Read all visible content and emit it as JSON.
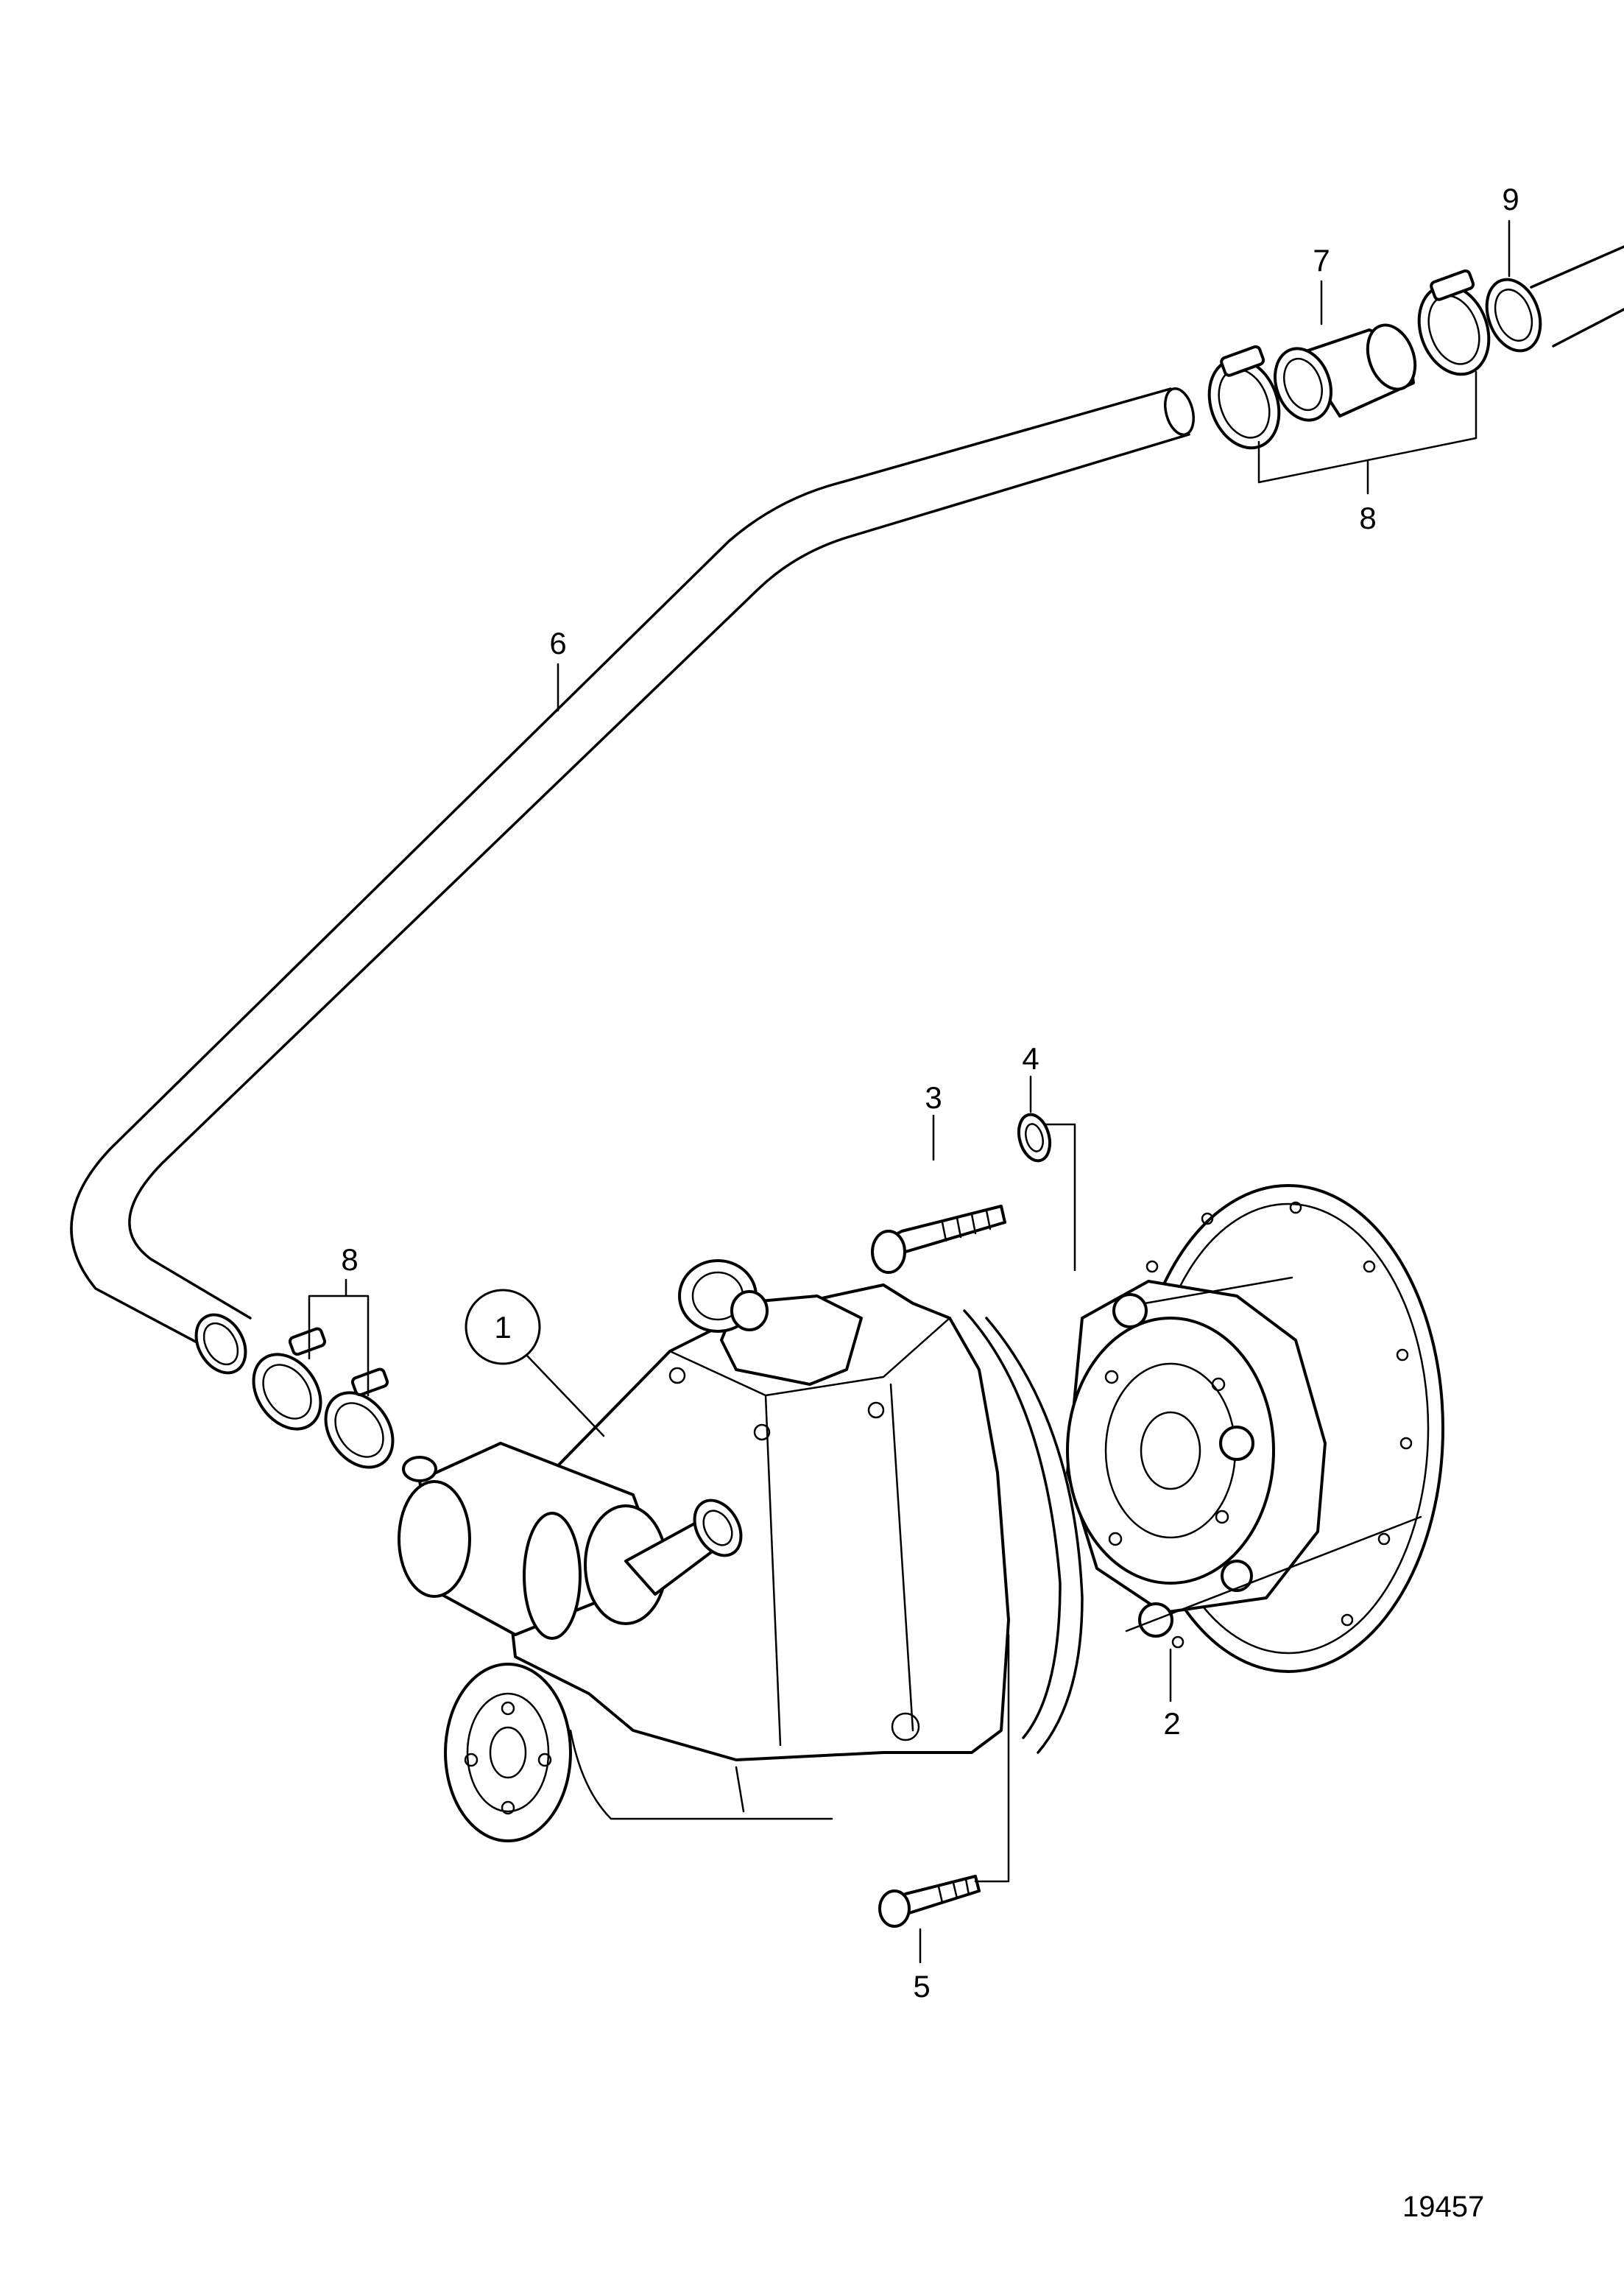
{
  "callouts": {
    "c1": "1",
    "c2": "2",
    "c3": "3",
    "c4": "4",
    "c5": "5",
    "c6": "6",
    "c7": "7",
    "c8a": "8",
    "c8b": "8",
    "c9": "9"
  },
  "figure_number": "19457"
}
